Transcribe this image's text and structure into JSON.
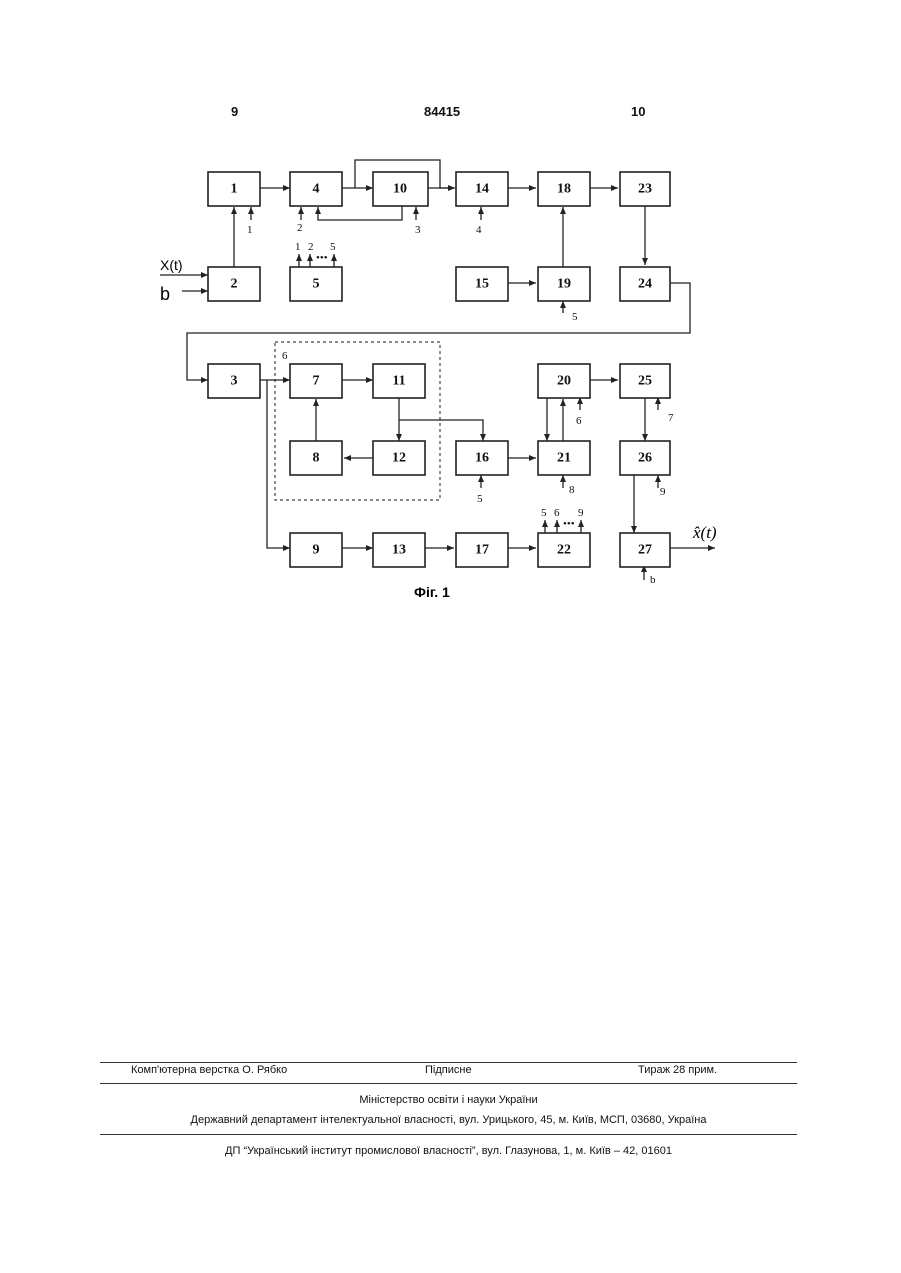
{
  "header": {
    "page_left": "9",
    "patent_number": "84415",
    "page_right": "10"
  },
  "figure": {
    "caption": "Фіг. 1",
    "blocks": [
      "1",
      "2",
      "3",
      "4",
      "5",
      "7",
      "8",
      "9",
      "10",
      "11",
      "12",
      "13",
      "14",
      "15",
      "16",
      "17",
      "18",
      "19",
      "20",
      "21",
      "22",
      "23",
      "24",
      "25",
      "26",
      "27"
    ],
    "group_label": "6",
    "input_x": "X(t)",
    "input_b": "b",
    "output": "x̂(t)",
    "labels": {
      "in_1": "1",
      "in_4_a": "2",
      "in_10": "3",
      "in_14": "4",
      "out5_1": "1",
      "out5_2": "2",
      "out5_dots": "•••",
      "out5_5": "5",
      "in_19": "5",
      "in_20": "6",
      "in_25": "7",
      "in_16": "5",
      "in_21": "8",
      "in_26": "9",
      "in_27": "b",
      "out22_5": "5",
      "out22_6": "6",
      "out22_dots": "•••",
      "out22_9": "9"
    }
  },
  "footer": {
    "layout": "Комп'ютерна верстка О. Рябко",
    "signed": "Підписне",
    "circulation": "Тираж 28 прим.",
    "ministry": "Міністерство освіти і науки України",
    "department": "Державний департамент інтелектуальної власності, вул. Урицького, 45, м. Київ, МСП, 03680, Україна",
    "institute": "ДП “Український інститут промислової власності”, вул. Глазунова, 1, м. Київ – 42, 01601"
  }
}
